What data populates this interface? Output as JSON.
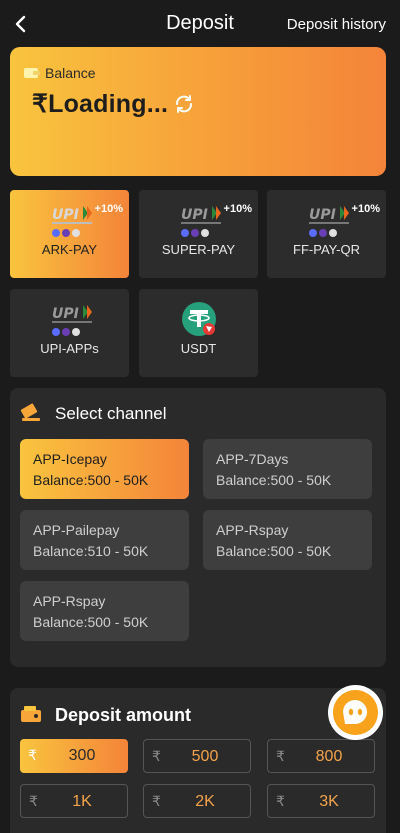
{
  "header": {
    "title": "Deposit",
    "history_label": "Deposit history"
  },
  "balance": {
    "label": "Balance",
    "value": "₹Loading..."
  },
  "channels": [
    {
      "name": "ARK-PAY",
      "bonus": "+10%",
      "logo": "upi-logo",
      "active": true
    },
    {
      "name": "SUPER-PAY",
      "bonus": "+10%",
      "logo": "upi-logo",
      "active": false
    },
    {
      "name": "FF-PAY-QR",
      "bonus": "+10%",
      "logo": "upi-logo",
      "active": false
    },
    {
      "name": "UPI-APPs",
      "bonus": "",
      "logo": "upi-logo",
      "active": false
    },
    {
      "name": "USDT",
      "bonus": "",
      "logo": "tether-logo",
      "active": false
    }
  ],
  "select_channel": {
    "title": "Select channel",
    "options": [
      {
        "name": "APP-Icepay",
        "balance": "Balance:500 - 50K",
        "active": true
      },
      {
        "name": "APP-7Days",
        "balance": "Balance:500 - 50K",
        "active": false
      },
      {
        "name": "APP-Pailepay",
        "balance": "Balance:510 - 50K",
        "active": false
      },
      {
        "name": "APP-Rspay",
        "balance": "Balance:500 - 50K",
        "active": false
      },
      {
        "name": "APP-Rspay",
        "balance": "Balance:500 - 50K",
        "active": false
      }
    ]
  },
  "deposit_amount": {
    "title": "Deposit amount",
    "currency": "₹",
    "amounts": [
      {
        "value": "300",
        "active": true
      },
      {
        "value": "500",
        "active": false
      },
      {
        "value": "800",
        "active": false
      },
      {
        "value": "1K",
        "active": false
      },
      {
        "value": "2K",
        "active": false
      },
      {
        "value": "3K",
        "active": false
      }
    ]
  },
  "colors": {
    "accent_start": "#f9c43e",
    "accent_end": "#f4843a",
    "amount_text": "#f5a34a",
    "background": "#1b1b1b",
    "panel": "#2a2a2a"
  }
}
